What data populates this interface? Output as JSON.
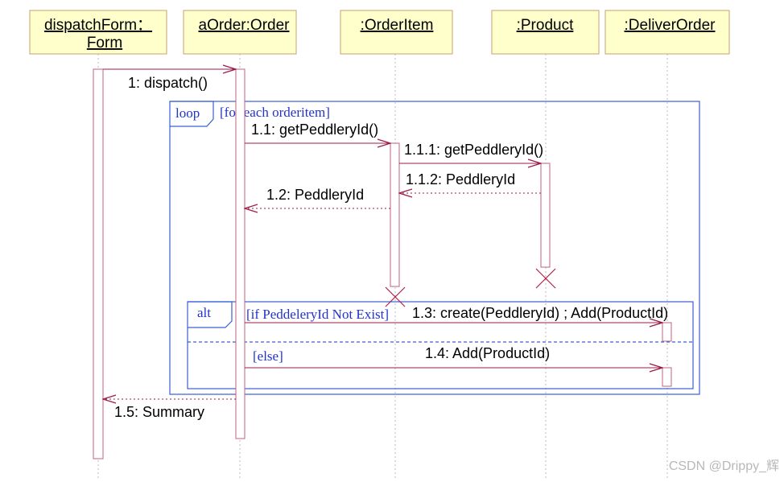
{
  "diagram": {
    "type": "sequence",
    "colors": {
      "lifeline_box": "#ffffcc",
      "lifeline_border": "#c8a070",
      "activation_border": "#b04060",
      "message": "#9b1b4b",
      "fragment": "#3a5fd8",
      "fragment_text": "#2233cc",
      "destroy": "#b0204a",
      "watermark": "#b8b8b8"
    },
    "lifelines": [
      {
        "id": "dispatchForm",
        "line1": "dispatchForm：",
        "line2": "Form"
      },
      {
        "id": "aOrder",
        "line1": "aOrder:Order",
        "line2": ""
      },
      {
        "id": "orderItem",
        "line1": ":OrderItem",
        "line2": ""
      },
      {
        "id": "product",
        "line1": ":Product",
        "line2": ""
      },
      {
        "id": "deliverOrder",
        "line1": ":DeliverOrder",
        "line2": ""
      }
    ],
    "messages": [
      {
        "id": "m1",
        "label": "1: dispatch()",
        "kind": "call"
      },
      {
        "id": "m2",
        "label": "1.1: getPeddleryId()",
        "kind": "call"
      },
      {
        "id": "m3",
        "label": "1.1.1: getPeddleryId()",
        "kind": "call"
      },
      {
        "id": "m4",
        "label": "1.1.2: PeddleryId",
        "kind": "return"
      },
      {
        "id": "m5",
        "label": "1.2: PeddleryId",
        "kind": "return"
      },
      {
        "id": "m6",
        "label": "1.3: create(PeddleryId) ; Add(ProductId)",
        "kind": "call"
      },
      {
        "id": "m7",
        "label": "1.4: Add(ProductId)",
        "kind": "call"
      },
      {
        "id": "m8",
        "label": "1.5: Summary",
        "kind": "return"
      }
    ],
    "fragments": {
      "loop": {
        "operator": "loop",
        "guard": "[for each orderitem]"
      },
      "alt": {
        "operator": "alt",
        "guard1": "[if PeddeleryId Not Exist]",
        "guard2": "[else]"
      }
    },
    "watermark": "CSDN @Drippy_辉"
  }
}
